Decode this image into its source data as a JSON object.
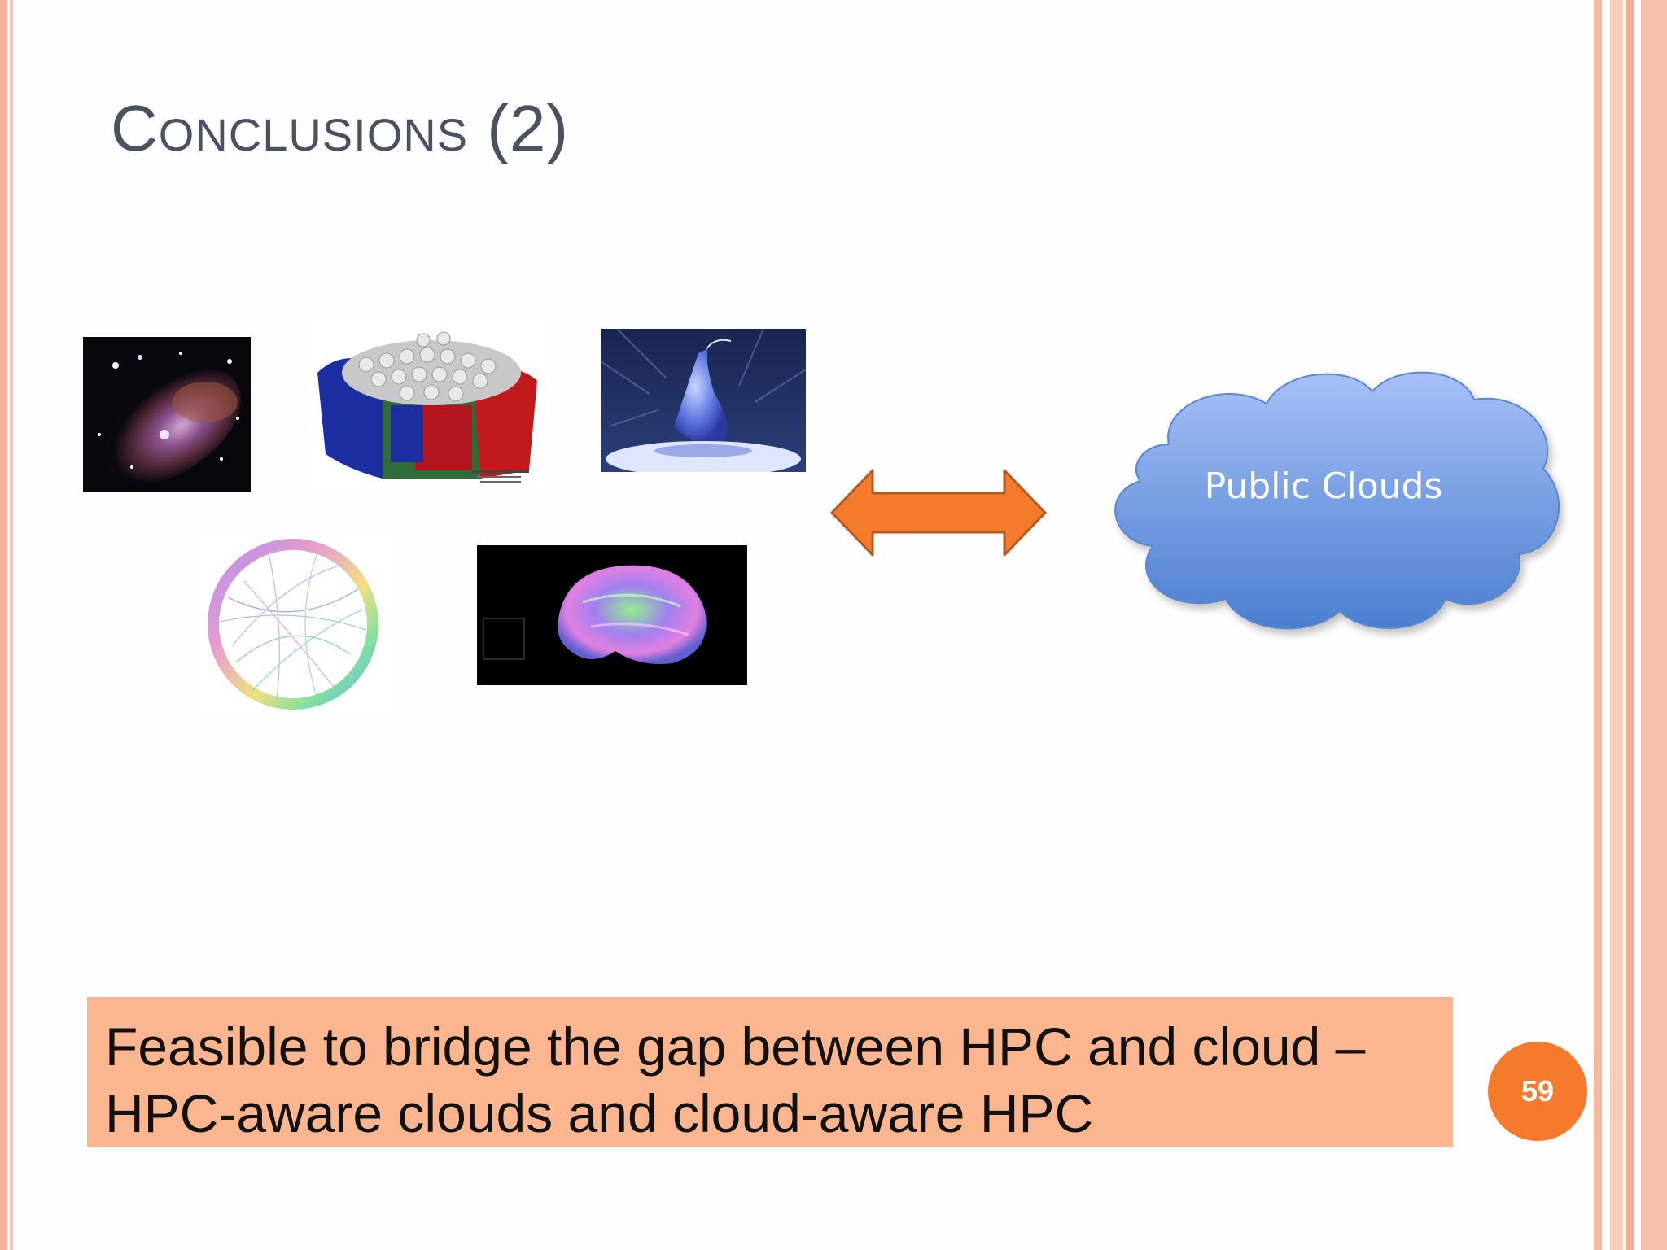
{
  "slide": {
    "title": "Conclusions (2)",
    "cloud_label": "Public Clouds",
    "callout_line1": "Feasible to bridge the gap between HPC and cloud –",
    "callout_line2": "HPC-aware clouds and cloud-aware HPC",
    "page_number": "59"
  },
  "images": [
    {
      "name": "galaxy-image",
      "subject": "galaxy"
    },
    {
      "name": "protein-structure-image",
      "subject": "protein structure"
    },
    {
      "name": "neuron-synapse-image",
      "subject": "neuron synapse"
    },
    {
      "name": "network-circle-graph-image",
      "subject": "circular network graph"
    },
    {
      "name": "brain-tractography-image",
      "subject": "brain tractography"
    }
  ],
  "colors": {
    "arrow": "#f47a2c",
    "cloud_top": "#9ab7f3",
    "cloud_bottom": "#4a7fd0",
    "callout_bg": "#fbb58f",
    "badge": "#f47a2c"
  }
}
